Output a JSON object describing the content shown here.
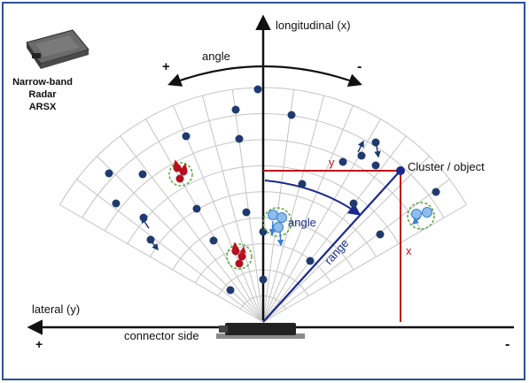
{
  "labels": {
    "longitudinal": "longitudinal (x)",
    "lateral": "lateral (y)",
    "angle_top": "angle",
    "plus_top": "+",
    "minus_top": "-",
    "plus_bottom": "+",
    "minus_bottom": "-",
    "connector": "connector side",
    "cluster": "Cluster / object",
    "y_dim": "y",
    "x_dim": "x",
    "range": "range",
    "angle_inner": "angle"
  },
  "device": {
    "line1": "Narrow-band",
    "line2": "Radar",
    "line3": "ARSX"
  },
  "colors": {
    "frame": "#2d4e9c",
    "grid": "#c4c4c4",
    "dot": "#1f3a6e",
    "red_object": "#b01020",
    "blue_object": "#7fb4e8",
    "dim_line": "#c0101a",
    "range_line": "#1a2a8c",
    "highlight_circle": "#5aa83a"
  },
  "icons": [
    "radar-device-icon",
    "sensor-icon"
  ]
}
